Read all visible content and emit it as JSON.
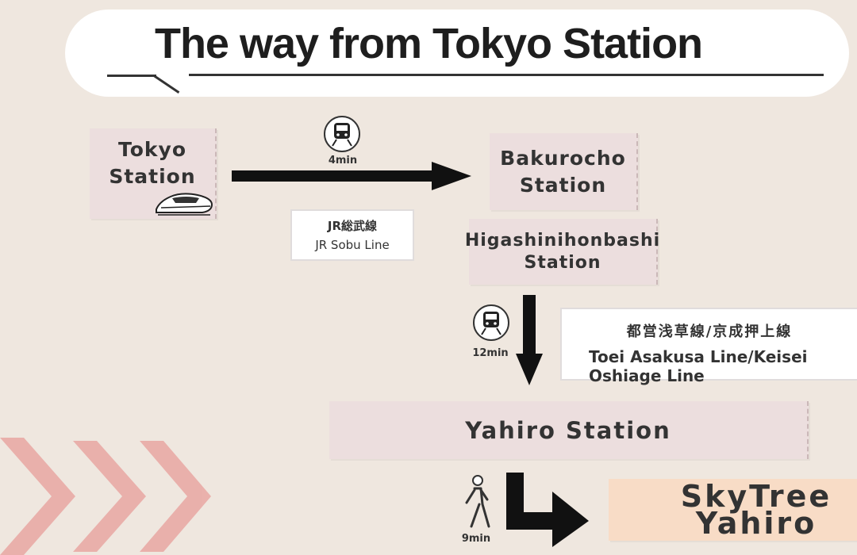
{
  "title": "The way from Tokyo Station",
  "stations": {
    "tokyo": [
      "Tokyo",
      "Station"
    ],
    "bakurocho": [
      "Bakurocho",
      "Station"
    ],
    "higashinihonbashi": [
      "Higashinihonbashi",
      "Station"
    ],
    "yahiro": "Yahiro Station",
    "skytree": "SkyTree Yahiro"
  },
  "legs": [
    {
      "mode": "train-icon",
      "time": "4min",
      "line_jp": "JR総武線",
      "line_en": "JR Sobu Line"
    },
    {
      "mode": "train-icon",
      "time": "12min",
      "line_jp": "都営浅草線/京成押上線",
      "line_en": "Toei Asakusa Line/Keisei Oshiage Line"
    },
    {
      "mode": "walking-person-icon",
      "time": "9min"
    }
  ],
  "icons": [
    "bullet-train-icon",
    "train-icon",
    "walking-person-icon",
    "arrow-right",
    "arrow-down",
    "arrow-turn-right",
    "chevron-decor"
  ],
  "colors": {
    "background": "#efe7df",
    "station_box": "#ecdede",
    "destination_box": "#f8dcc6",
    "chevrons": "#e9a7a3",
    "arrows": "#111111"
  }
}
